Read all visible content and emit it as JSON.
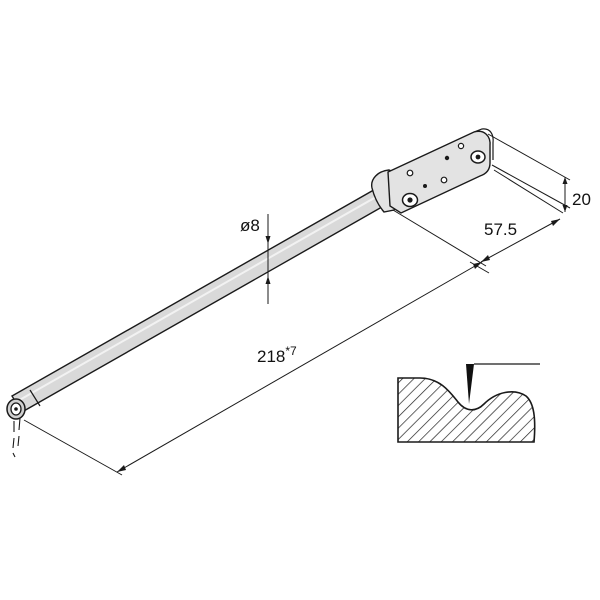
{
  "drawing": {
    "dimensions": {
      "diameter_label": "ø8",
      "length_value": "218",
      "length_suffix": "*7",
      "head_length_label": "57.5",
      "head_height_label": "20"
    },
    "colors": {
      "line": "#1a1a1a",
      "rod_fill": "#d9d9d9",
      "head_fill": "#e3e3e3",
      "hatch": "#222222",
      "background": "#ffffff"
    }
  }
}
